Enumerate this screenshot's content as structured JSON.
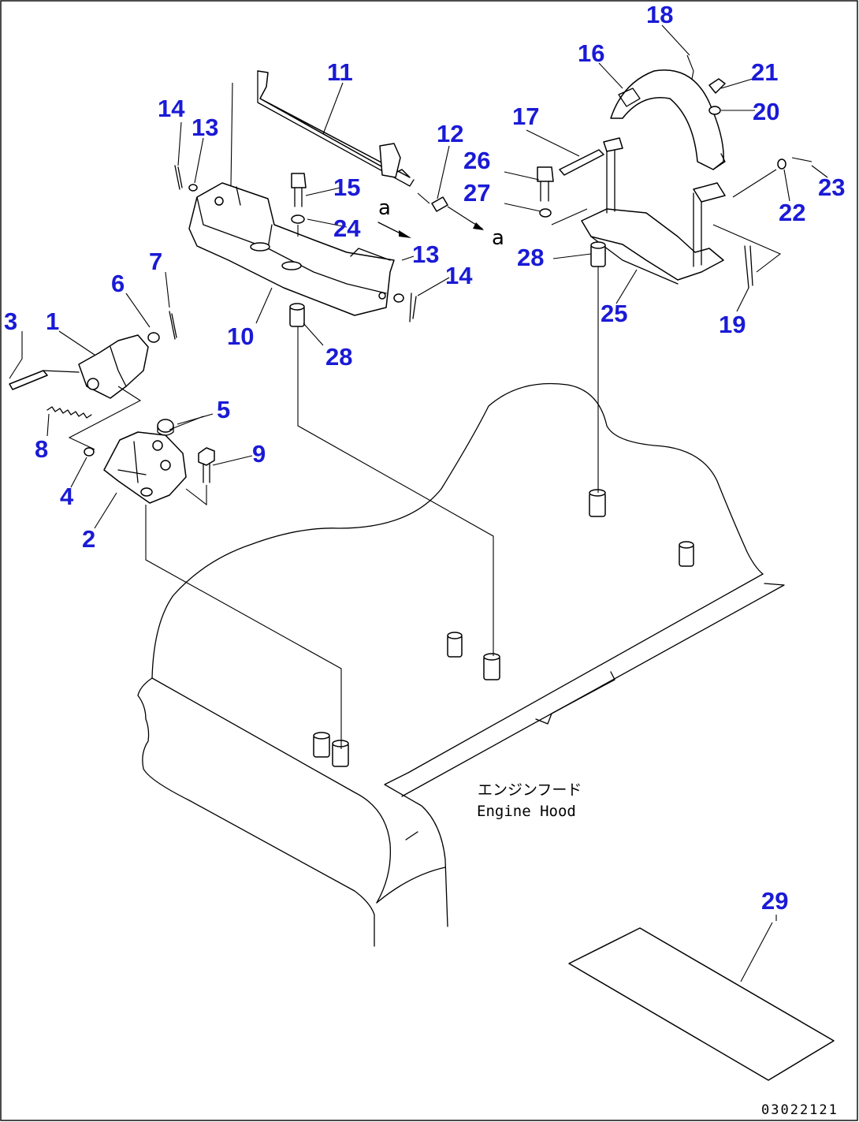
{
  "callouts": {
    "p1": "1",
    "p2": "2",
    "p3": "3",
    "p4": "4",
    "p5": "5",
    "p6": "6",
    "p7": "7",
    "p8": "8",
    "p9": "9",
    "p10": "10",
    "p11": "11",
    "p12": "12",
    "p13a": "13",
    "p13b": "13",
    "p14a": "14",
    "p14b": "14",
    "p15": "15",
    "p16": "16",
    "p17": "17",
    "p18": "18",
    "p19": "19",
    "p20": "20",
    "p21": "21",
    "p22": "22",
    "p23": "23",
    "p24": "24",
    "p25": "25",
    "p26": "26",
    "p27": "27",
    "p28a": "28",
    "p28b": "28",
    "p29": "29"
  },
  "markers": {
    "a1": "a",
    "a2": "a"
  },
  "hood_label": {
    "jp": "エンジンフード",
    "en": "Engine Hood"
  },
  "figure_code": "03022121"
}
